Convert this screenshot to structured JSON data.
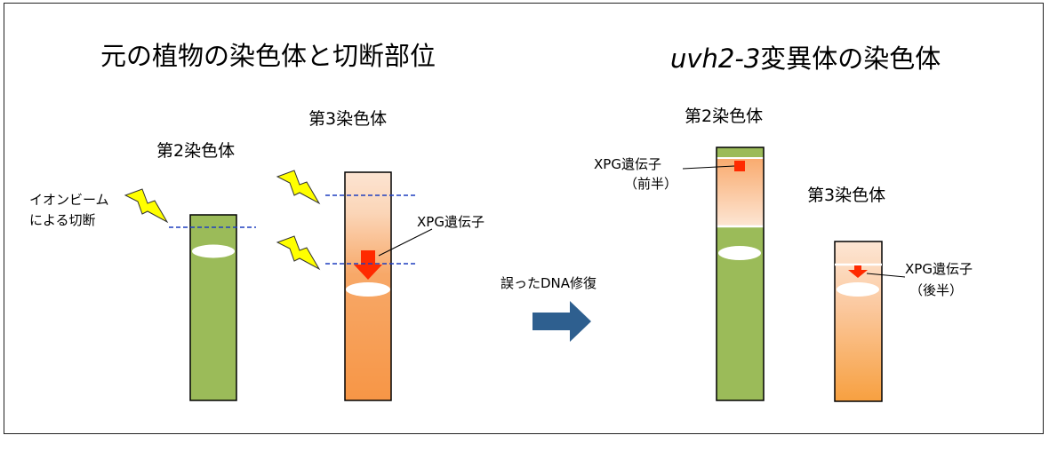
{
  "left_panel": {
    "title": "元の植物の染色体と切断部位",
    "chr2_label": "第2染色体",
    "chr3_label": "第3染色体",
    "beam_label_line1": "イオンビーム",
    "beam_label_line2": "による切断",
    "xpg_label": "XPG遺伝子"
  },
  "middle": {
    "repair_label": "誤ったDNA修復"
  },
  "right_panel": {
    "title_italic": "uvh2-3",
    "title_rest": "変異体の染色体",
    "chr2_label": "第2染色体",
    "chr3_label": "第3染色体",
    "xpg_front_line1": "XPG遺伝子",
    "xpg_front_line2": "（前半）",
    "xpg_back_line1": "XPG遺伝子",
    "xpg_back_line2": "（後半）"
  },
  "colors": {
    "chr2_green": "#9bbb59",
    "chr3_orange": "#f79646",
    "cut_line": "#1f3fbf",
    "lightning": "#ffff00",
    "gene_red": "#ff2a00",
    "arrow_blue": "#2e5f8f"
  }
}
